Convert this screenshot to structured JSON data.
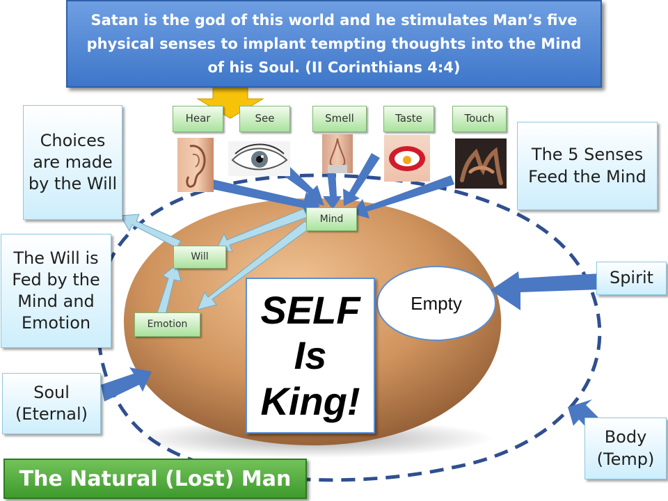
{
  "banner": {
    "text": "Satan is the god of this world and he stimulates Man’s five physical senses to implant tempting thoughts into the Mind of his Soul.  (II Corinthians 4:4)"
  },
  "senses": {
    "hear": "Hear",
    "see": "See",
    "smell": "Smell",
    "taste": "Taste",
    "touch": "Touch"
  },
  "labels": {
    "choices": "Choices are made by the Will",
    "senses_feed": "The 5 Senses Feed the Mind",
    "will_fed": "The Will is Fed by the Mind and Emotion",
    "spirit": "Spirit",
    "soul": "Soul (Eternal)",
    "body": "Body (Temp)"
  },
  "nodes": {
    "mind": "Mind",
    "will": "Will",
    "emotion": "Emotion",
    "empty": "Empty"
  },
  "self_box": {
    "line1": "SELF",
    "line2": "Is",
    "line3": "King!"
  },
  "footer": {
    "title": "The Natural (Lost) Man"
  },
  "colors": {
    "banner": "#4a82d4",
    "arrow_blue": "#4a78c2",
    "arrow_light": "#b3dcec",
    "down_arrow": "#f7c20a",
    "egg": "#c98f5c",
    "dashed_outline": "#2f4f8f",
    "footer": "#4caa35"
  }
}
